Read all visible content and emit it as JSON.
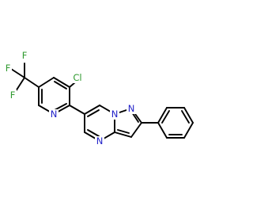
{
  "molecule": {
    "colors": {
      "bond": "#000000",
      "carbon_label": "#000000",
      "nitrogen": "#1f1fc8",
      "chlorine": "#2f9a2f",
      "fluorine": "#2f9a2f"
    },
    "atoms": {
      "f1": "F",
      "f2": "F",
      "f3": "F",
      "cl": "Cl",
      "n_pyridine": "N",
      "n_bridge": "N",
      "n_pyrazole": "N",
      "n_pyrimidine": "N"
    }
  }
}
